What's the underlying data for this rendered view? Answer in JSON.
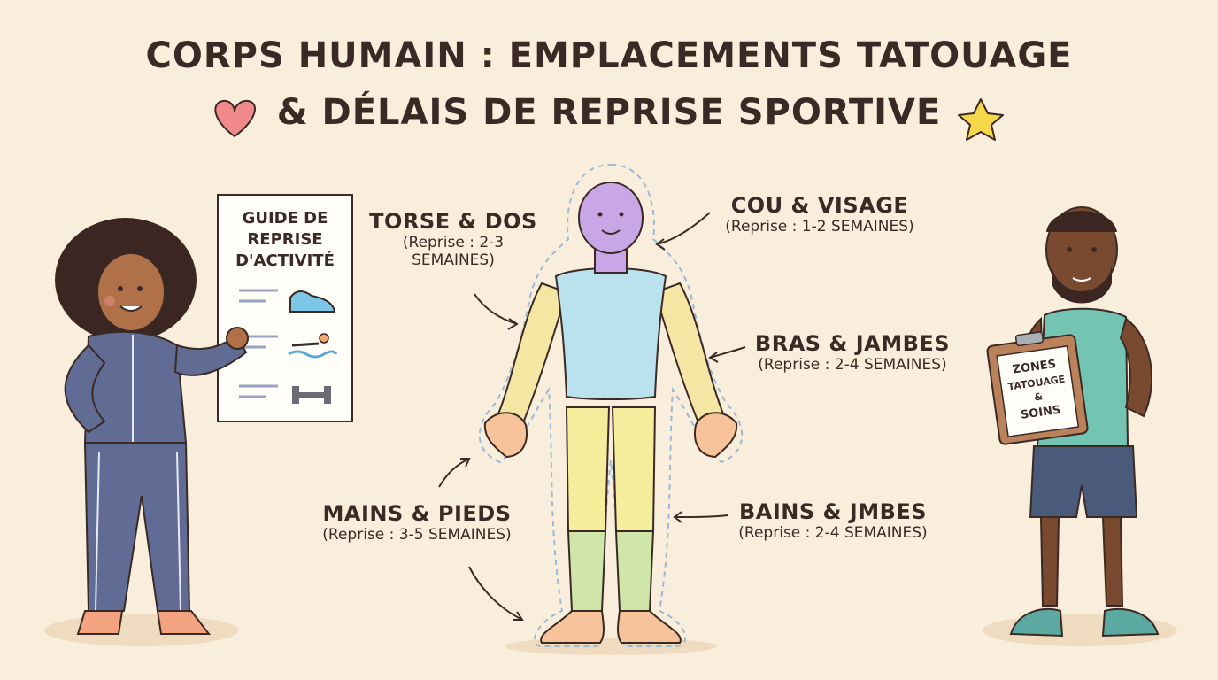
{
  "title": {
    "line1": "CORPS HUMAIN : EMPLACEMENTS TATOUAGE",
    "line2": "& DÉLAIS DE REPRISE SPORTIVE",
    "decor_left": "heart-icon",
    "decor_right": "star-icon"
  },
  "labels": {
    "torse": {
      "heading": "TORSE & DOS",
      "line1": "(Reprise : 2-3",
      "line2": "SEMAINES)"
    },
    "cou": {
      "heading": "COU & VISAGE",
      "detail": "(Reprise : 1-2 SEMAINES)"
    },
    "bras": {
      "heading": "BRAS & JAMBES",
      "detail": "(Reprise : 2-4 SEMAINES)"
    },
    "mains": {
      "heading": "MAINS & PIEDS",
      "detail": "(Reprise : 3-5 SEMAINES)"
    },
    "bains": {
      "heading": "BAINS & JMBES",
      "detail": "(Reprise : 2-4 SEMAINES)"
    }
  },
  "poster": {
    "line1": "GUIDE DE",
    "line2": "REPRISE",
    "line3": "D'ACTIVITÉ",
    "icons": [
      "sneaker-icon",
      "swimmer-icon",
      "dumbbell-icon"
    ]
  },
  "clipboard": {
    "line1": "ZONES",
    "line2": "TATOUAGE",
    "line3": "&",
    "line4": "SOINS"
  },
  "colors": {
    "background": "#f9eedc",
    "head": "#c9a7e6",
    "torso": "#b9e1ee",
    "arms": "#f6e6a3",
    "legs_upper": "#f4ee9c",
    "legs_lower": "#cfe6a8",
    "skin": "#f6c39a",
    "heart": "#f08a8a",
    "star": "#f7d84b"
  }
}
